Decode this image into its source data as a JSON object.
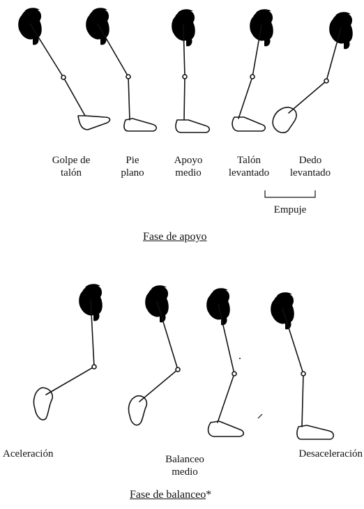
{
  "stance": {
    "title": "Fase de apoyo",
    "phases": [
      {
        "line1": "Golpe de",
        "line2": "talón"
      },
      {
        "line1": "Pie",
        "line2": "plano"
      },
      {
        "line1": "Apoyo",
        "line2": "medio"
      },
      {
        "line1": "Talón",
        "line2": "levantado"
      },
      {
        "line1": "Dedo",
        "line2": "levantado"
      }
    ],
    "push_label": "Empuje"
  },
  "swing": {
    "title": "Fase de balanceo",
    "title_mark": "*",
    "phases": [
      {
        "line1": "Aceleración",
        "line2": ""
      },
      {
        "line1": "Balanceo",
        "line2": "medio"
      },
      {
        "line1": "Desaceleración",
        "line2": ""
      }
    ]
  }
}
